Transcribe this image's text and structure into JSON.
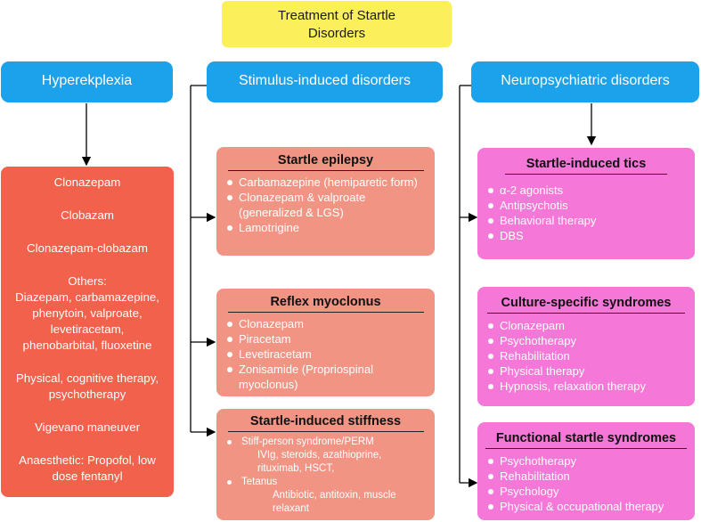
{
  "title": "Treatment of Startle Disorders",
  "headers": {
    "hyperekplexia": "Hyperekplexia",
    "stimulus": "Stimulus-induced disorders",
    "neuro": "Neuropsychiatric disorders"
  },
  "hyperekplexia_items": [
    "Clonazepam",
    "Clobazam",
    "Clonazepam-clobazam",
    "Others:",
    "Diazepam, carbamazepine,",
    "phenytoin, valproate,",
    "levetiracetam,",
    "phenobarbital, fluoxetine",
    "Physical, cognitive therapy,",
    "psychotherapy",
    "Vigevano maneuver",
    "Anaesthetic: Propofol, low",
    "dose fentanyl"
  ],
  "startle_epilepsy": {
    "title": "Startle epilepsy",
    "items": [
      "Carbamazepine (hemiparetic form)",
      "Clonazepam & valproate (generalized & LGS)",
      "Lamotrigine"
    ]
  },
  "reflex_myoclonus": {
    "title": "Reflex myoclonus",
    "items": [
      "Clonazepam",
      "Piracetam",
      "Levetiracetam",
      "Zonisamide (Propriospinal myoclonus)"
    ]
  },
  "startle_stiffness": {
    "title": "Startle-induced stiffness",
    "item1": "Stiff-person syndrome/PERM",
    "item1_sub": "IVIg, steroids, azathioprine, rituximab, HSCT,",
    "item2": "Tetanus",
    "item2_sub": "Antibiotic, antitoxin, muscle relaxant"
  },
  "startle_tics": {
    "title": "Startle-induced tics",
    "items": [
      "α-2 agonists",
      "Antipsychotis",
      "Behavioral therapy",
      "DBS"
    ]
  },
  "culture_specific": {
    "title": "Culture-specific syndromes",
    "items": [
      "Clonazepam",
      "Psychotherapy",
      "Rehabilitation",
      "Physical therapy",
      "Hypnosis, relaxation therapy"
    ]
  },
  "functional": {
    "title": "Functional startle syndromes",
    "items": [
      "Psychotherapy",
      "Rehabilitation",
      "Psychology",
      "Physical & occupational therapy"
    ]
  },
  "colors": {
    "title_bg": "#fbf05a",
    "header_blue": "#1ba2ea",
    "hyper_red": "#f2614b",
    "salmon": "#f29484",
    "pink": "#f577d8"
  }
}
